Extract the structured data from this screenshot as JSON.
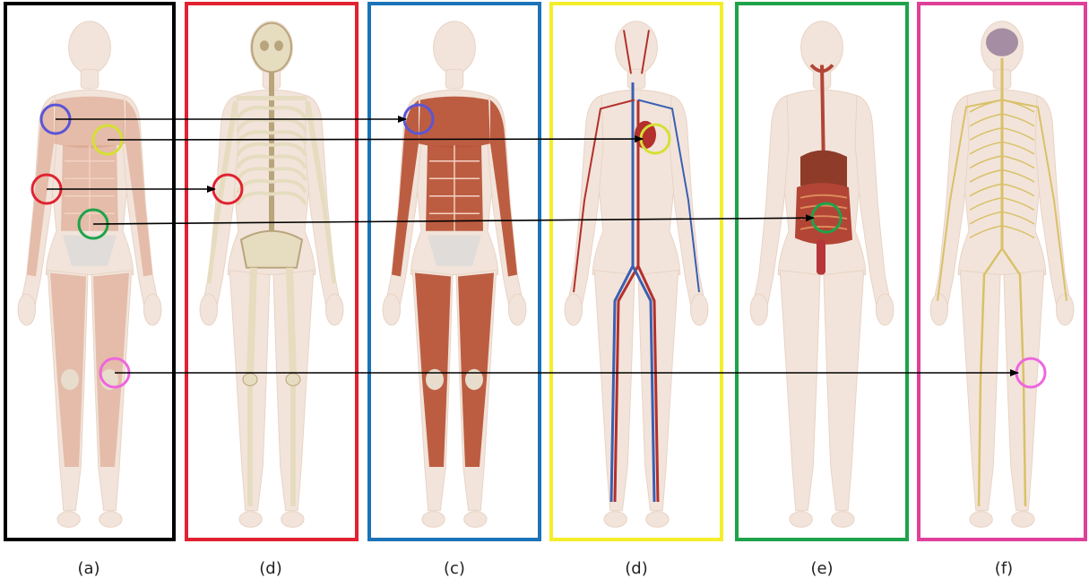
{
  "panels": [
    {
      "label": "(a)",
      "color": "#000000",
      "system": "muscular-skeletal-overlay"
    },
    {
      "label": "(d)",
      "color": "#e02231",
      "system": "skeletal"
    },
    {
      "label": "(c)",
      "color": "#1b73b8",
      "system": "muscular"
    },
    {
      "label": "(d)",
      "color": "#f4ee2a",
      "system": "circulatory"
    },
    {
      "label": "(e)",
      "color": "#1ea34a",
      "system": "digestive"
    },
    {
      "label": "(f)",
      "color": "#e03f9a",
      "system": "nervous"
    }
  ],
  "markers": [
    {
      "color": "#5a55d6",
      "from_panel": 0,
      "to_panel": 2
    },
    {
      "color": "#d6e033",
      "from_panel": 0,
      "to_panel": 3
    },
    {
      "color": "#e02231",
      "from_panel": 0,
      "to_panel": 1
    },
    {
      "color": "#1ea34a",
      "from_panel": 0,
      "to_panel": 4
    },
    {
      "color": "#ee66dd",
      "from_panel": 0,
      "to_panel": 5
    }
  ],
  "colors": {
    "skin": "#f2e4da",
    "skin_outline": "#e8d3c5",
    "muscle": "#b8553a",
    "muscle_light": "#d89a82",
    "bone": "#e6dcc0",
    "bone_dark": "#b9a57c",
    "artery": "#b3302c",
    "vein": "#3b5fb3",
    "gut": "#b24535",
    "nerve": "#d9c168",
    "brain": "#a58ea3",
    "arrow": "#000000"
  }
}
